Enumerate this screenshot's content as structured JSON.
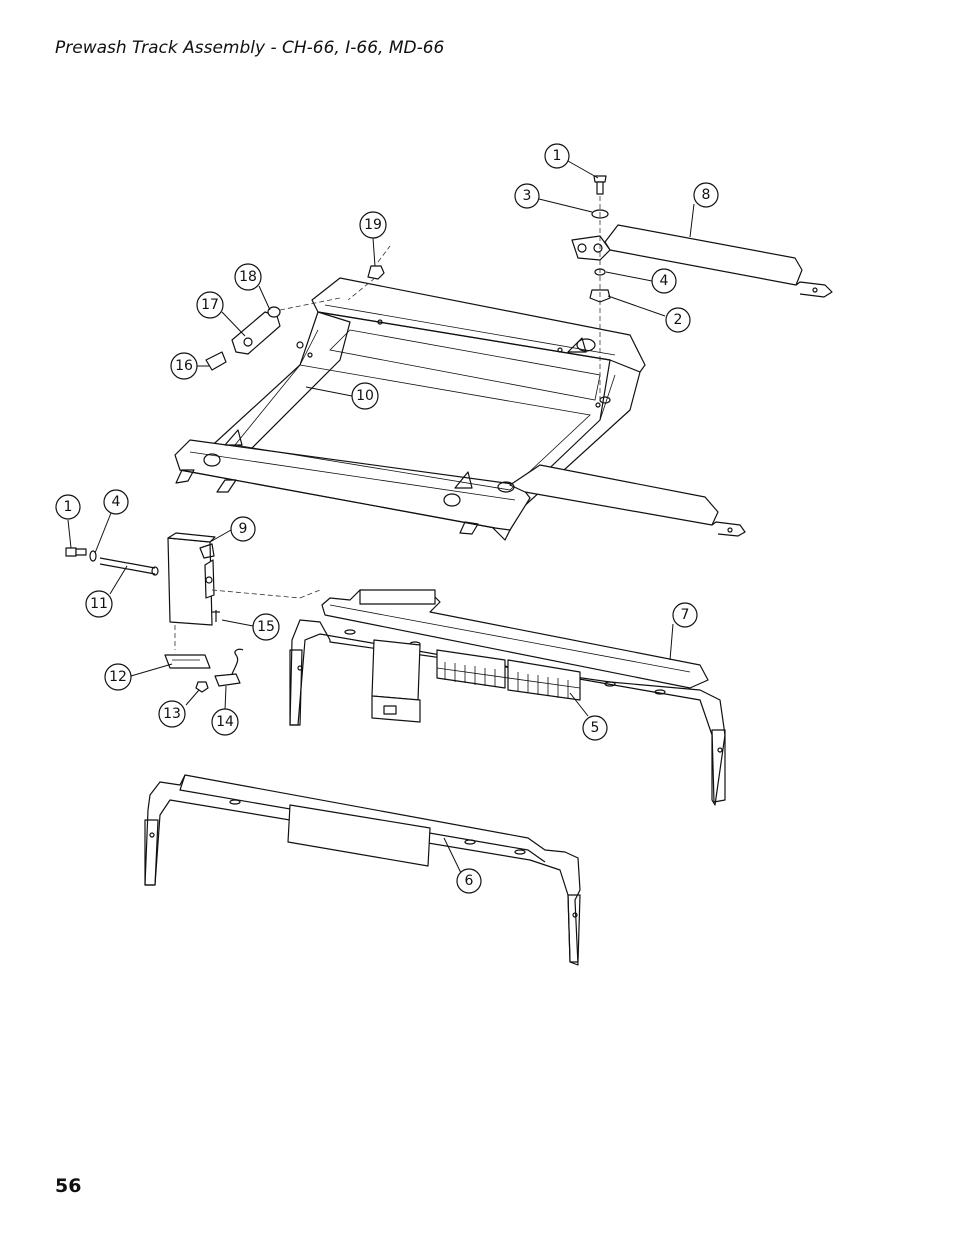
{
  "header": {
    "title": "Prewash Track Assembly - CH-66, I-66, MD-66"
  },
  "footer": {
    "page_number": "56"
  },
  "callouts": [
    {
      "id": "c1a",
      "label": "1"
    },
    {
      "id": "c3",
      "label": "3"
    },
    {
      "id": "c8",
      "label": "8"
    },
    {
      "id": "c19",
      "label": "19"
    },
    {
      "id": "c4a",
      "label": "4"
    },
    {
      "id": "c2",
      "label": "2"
    },
    {
      "id": "c18",
      "label": "18"
    },
    {
      "id": "c17",
      "label": "17"
    },
    {
      "id": "c16",
      "label": "16"
    },
    {
      "id": "c10",
      "label": "10"
    },
    {
      "id": "c1b",
      "label": "1"
    },
    {
      "id": "c4b",
      "label": "4"
    },
    {
      "id": "c9",
      "label": "9"
    },
    {
      "id": "c11",
      "label": "11"
    },
    {
      "id": "c15",
      "label": "15"
    },
    {
      "id": "c7",
      "label": "7"
    },
    {
      "id": "c12",
      "label": "12"
    },
    {
      "id": "c13",
      "label": "13"
    },
    {
      "id": "c14",
      "label": "14"
    },
    {
      "id": "c5",
      "label": "5"
    },
    {
      "id": "c6",
      "label": "6"
    }
  ]
}
